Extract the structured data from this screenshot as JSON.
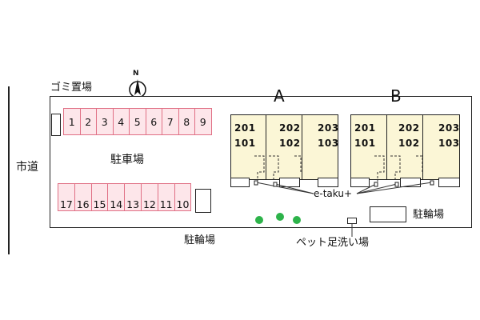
{
  "labels": {
    "road": "市道",
    "garbage": "ゴミ置場",
    "parking": "駐車場",
    "bike_parking_left": "駐輪場",
    "bike_parking_right": "駐輪場",
    "pet_wash": "ペット足洗い場",
    "etaku": "e-taku+",
    "compass": "N",
    "building_a": "A",
    "building_b": "B"
  },
  "parking_top": [
    "1",
    "2",
    "3",
    "4",
    "5",
    "6",
    "7",
    "8",
    "9"
  ],
  "parking_bottom": [
    "17",
    "16",
    "15",
    "14",
    "13",
    "12",
    "11",
    "10"
  ],
  "buildings": [
    {
      "name": "A",
      "units": [
        {
          "upper": "201",
          "lower": "101"
        },
        {
          "upper": "202",
          "lower": "102"
        },
        {
          "upper": "203",
          "lower": "103"
        }
      ]
    },
    {
      "name": "B",
      "units": [
        {
          "upper": "201",
          "lower": "101"
        },
        {
          "upper": "202",
          "lower": "102"
        },
        {
          "upper": "203",
          "lower": "103"
        }
      ]
    }
  ],
  "colors": {
    "stall_fill": "#fde6ea",
    "stall_border": "#e07085",
    "unit_fill": "#fbf6d6",
    "tree": "#2db34a"
  }
}
